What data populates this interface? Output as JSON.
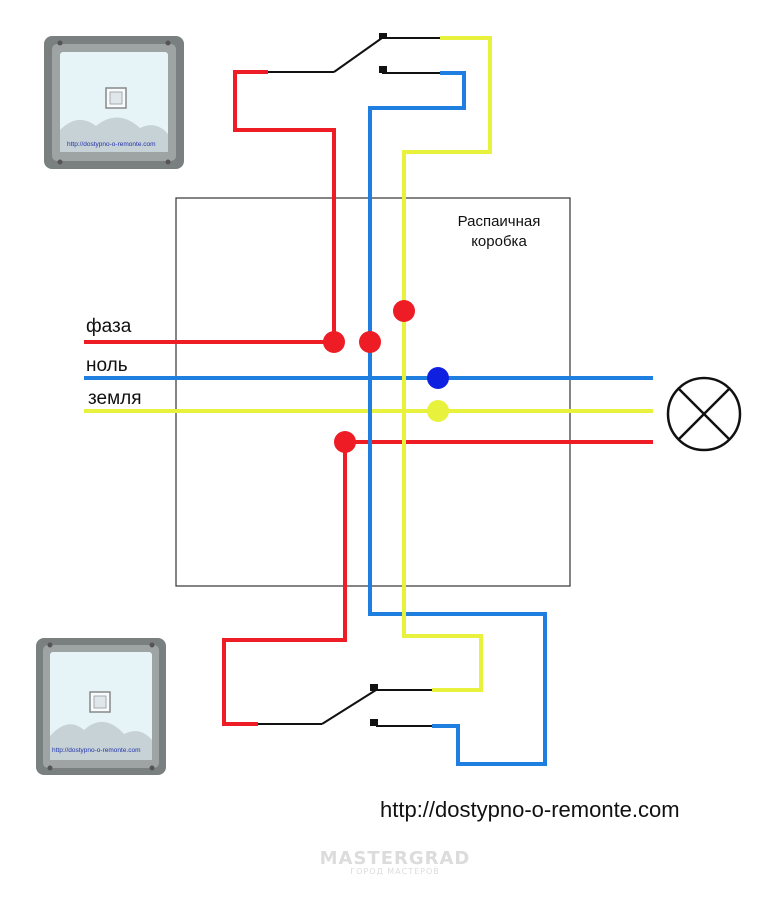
{
  "box_label": [
    "Распаичная",
    "коробка"
  ],
  "line_labels": {
    "phase": "фаза",
    "neutral": "ноль",
    "ground": "земля"
  },
  "switch_caption": "http://dostypno-o-remonte.com",
  "footer_url": "http://dostypno-o-remonte.com",
  "watermark": {
    "main": "MASTERGRAD",
    "sub": "ГОРОД МАСТЕРОВ"
  },
  "colors": {
    "phase": "#ee1c25",
    "neutral": "#1e7fe0",
    "ground": "#e8f23c",
    "switch_leg": "#111111",
    "neutral_junction": "#1020e0",
    "box_border": "#333333",
    "switch_frame": "#7a7f80",
    "switch_face": "#e6f4f8"
  },
  "icons": [
    "switch-photo",
    "lamp-symbol",
    "junction-dot"
  ]
}
